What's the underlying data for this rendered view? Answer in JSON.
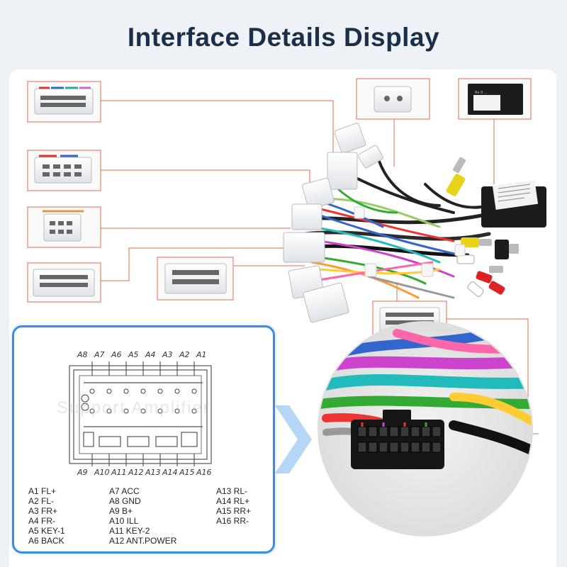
{
  "title": "Interface Details Display",
  "module_label": [
    "Rx 0 ...",
    "..."
  ],
  "watermark": "Support Amplifier",
  "pins_top": [
    "A8",
    "A7",
    "A6",
    "A5",
    "A4",
    "A3",
    "A2",
    "A1"
  ],
  "pins_bottom": [
    "A9",
    "A10",
    "A11",
    "A12",
    "A13",
    "A14",
    "A15",
    "A16"
  ],
  "pin_list": {
    "col1": [
      "A1 FL+",
      "A2 FL-",
      "A3 FR+",
      "A4 FR-",
      "A5 KEY-1",
      "A6 BACK"
    ],
    "col2": [
      "A7 ACC",
      "A8 GND",
      "A9 B+",
      "A10 ILL",
      "A11 KEY-2",
      "A12 ANT.POWER"
    ],
    "col3": [
      "A13 RL-",
      "A14 RL+",
      "A15 RR+",
      "A16 RR-"
    ]
  },
  "colors": {
    "title": "#1c2f4a",
    "callout_line": "#e06a55",
    "card_border": "#3a8de6"
  }
}
